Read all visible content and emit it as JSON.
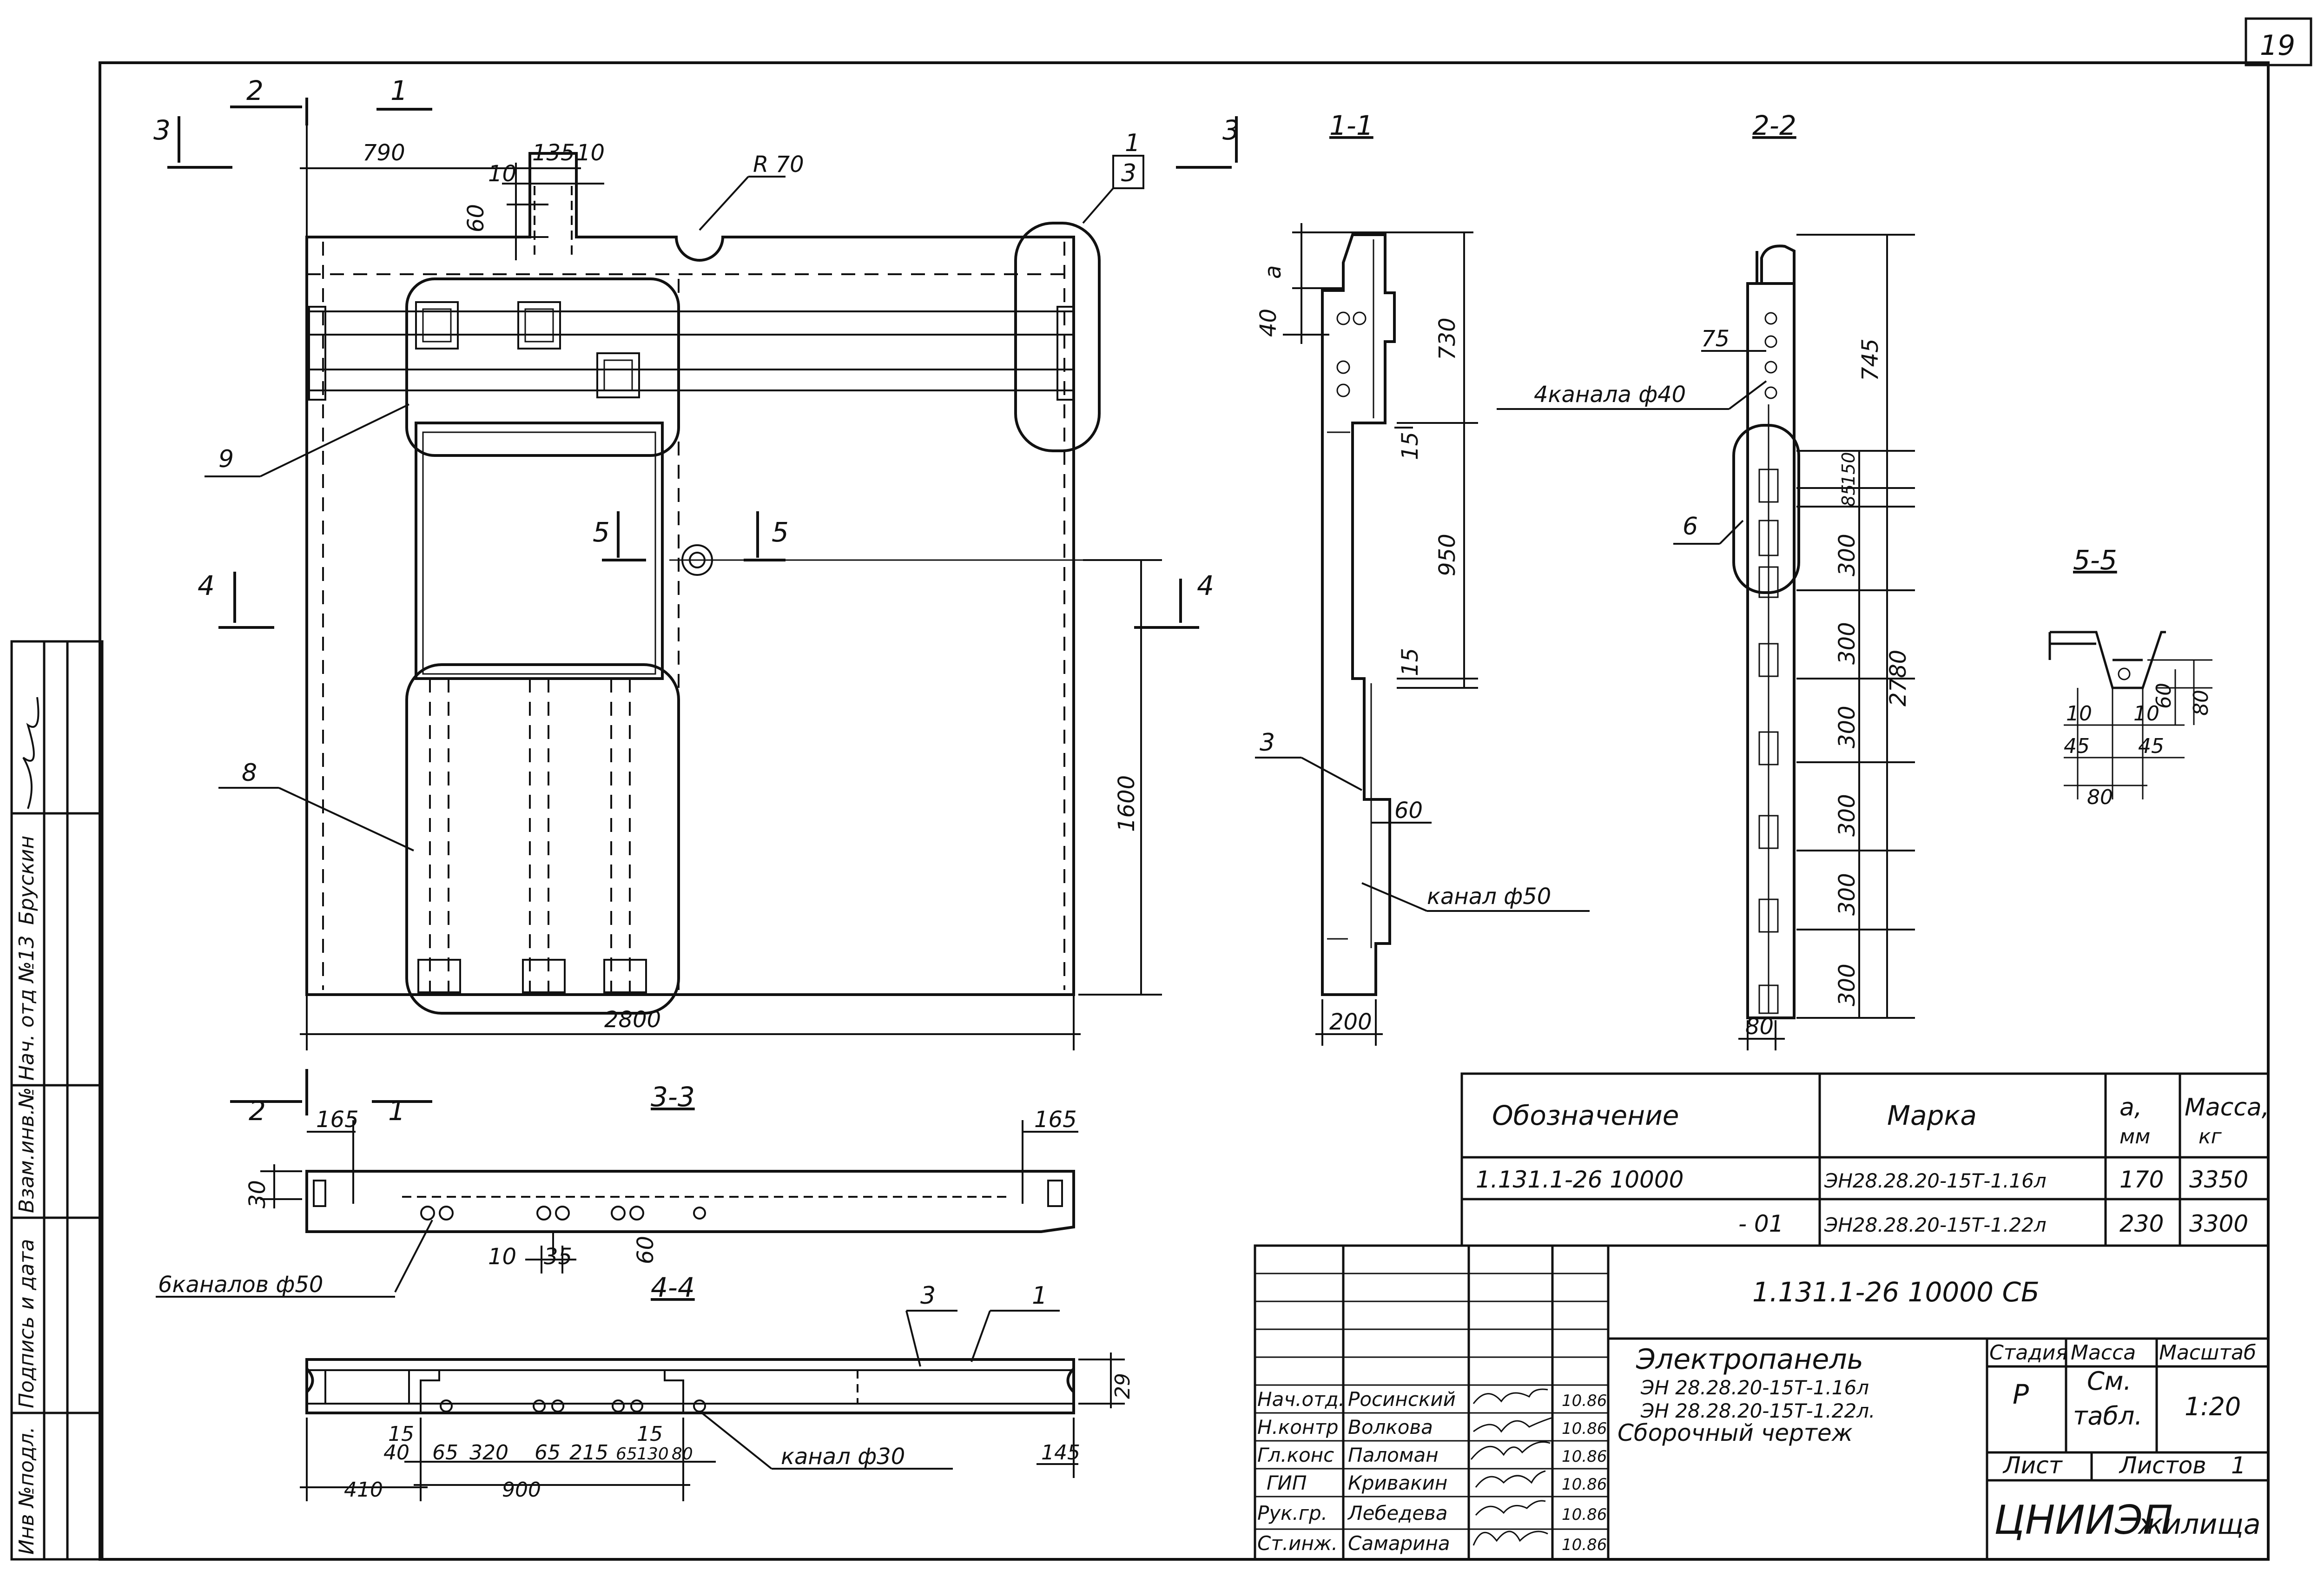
{
  "sheet": {
    "number": "19"
  },
  "views": {
    "front": {
      "dims": {
        "d790": "790",
        "d135": "135",
        "d10a": "10",
        "d10b": "10",
        "d60": "60",
        "r70": "R 70",
        "d1600": "1600",
        "d2800": "2800"
      },
      "cuts": {
        "c3": "3",
        "c2": "2",
        "c1": "1",
        "c4": "4",
        "c5": "5"
      },
      "callouts": {
        "n1": "1",
        "n3": "3",
        "n9": "9",
        "n8": "8"
      }
    },
    "s11": {
      "title": "1-1",
      "dims": {
        "a": "a",
        "d40": "40",
        "d730": "730",
        "d15a": "15",
        "d950": "950",
        "d15b": "15",
        "d60": "60",
        "d200": "200"
      },
      "callouts": {
        "n3": "3"
      },
      "notes": {
        "channel50": "канал ф50"
      }
    },
    "s22": {
      "title": "2-2",
      "dims": {
        "d75": "75",
        "d745": "745",
        "d150": "150",
        "d85": "85",
        "d300a": "300",
        "d300b": "300",
        "d300c": "300",
        "d300d": "300",
        "d300e": "300",
        "d300f": "300",
        "d2780": "2780",
        "d80": "80"
      },
      "callouts": {
        "n6": "6"
      },
      "notes": {
        "channels40": "4канала ф40"
      }
    },
    "s55": {
      "title": "5-5",
      "dims": {
        "d10a": "10",
        "d10b": "10",
        "d45a": "45",
        "d45b": "45",
        "d80a": "80",
        "d60": "60",
        "d80b": "80"
      }
    },
    "s33": {
      "title": "3-3",
      "dims": {
        "d165a": "165",
        "d165b": "165",
        "d30": "30",
        "d10": "10",
        "d35": "35",
        "d60": "60"
      },
      "notes": {
        "channels50": "6каналов ф50"
      }
    },
    "s44": {
      "title": "4-4",
      "dims": {
        "d15a": "15",
        "d40": "40",
        "d65a": "65",
        "d320": "320",
        "d65b": "65",
        "d215": "215",
        "d65c": "65",
        "d130": "130",
        "d80": "80",
        "d15b": "15",
        "d410": "410",
        "d900": "900",
        "d145": "145",
        "d29": "29"
      },
      "callouts": {
        "n3": "3",
        "n1": "1"
      },
      "notes": {
        "channel30": "канал ф30"
      }
    }
  },
  "spec_table": {
    "headers": {
      "designation": "Обозначение",
      "mark": "Марка",
      "a": "a,",
      "a_unit": "мм",
      "mass": "Масса,",
      "mass_unit": "кг"
    },
    "rows": [
      {
        "designation": "1.131.1-26 10000",
        "mark": "ЭН28.28.20-15Т-1.16л",
        "a": "170",
        "mass": "3350"
      },
      {
        "designation": "- 01",
        "mark": "ЭН28.28.20-15Т-1.22л",
        "a": "230",
        "mass": "3300"
      }
    ]
  },
  "title_block": {
    "doc_code": "1.131.1-26 10000 СБ",
    "name_lines": [
      "Электропанель",
      "ЭН 28.28.20-15Т-1.16л",
      "ЭН 28.28.20-15Т-1.22л.",
      "Сборочный чертеж"
    ],
    "stage_label": "Стадия",
    "stage": "Р",
    "mass_label": "Масса",
    "mass_value_a": "См.",
    "mass_value_b": "табл.",
    "scale_label": "Масштаб",
    "scale": "1:20",
    "sheet_label": "Лист",
    "sheets_label": "Листов",
    "sheets": "1",
    "org_a": "ЦНИИЭП",
    "org_b": "жилища",
    "staff": [
      {
        "role": "Нач.отд.",
        "name": "Росинский",
        "date": "10.86"
      },
      {
        "role": "Н.контр",
        "name": "Волкова",
        "date": "10.86"
      },
      {
        "role": "Гл.конс",
        "name": "Паломан",
        "date": "10.86"
      },
      {
        "role": "ГИП",
        "name": "Кривакин",
        "date": "10.86"
      },
      {
        "role": "Рук.гр.",
        "name": "Лебедева",
        "date": "10.86"
      },
      {
        "role": "Ст.инж.",
        "name": "Самарина",
        "date": "10.86"
      }
    ]
  },
  "margin": {
    "inv_orig": "Инв №подл.",
    "sign_date": "Подпись и дата",
    "inv_swap": "Взам.инв.№",
    "dept_head": "Нач. отд №13",
    "surname": "Брускин"
  }
}
